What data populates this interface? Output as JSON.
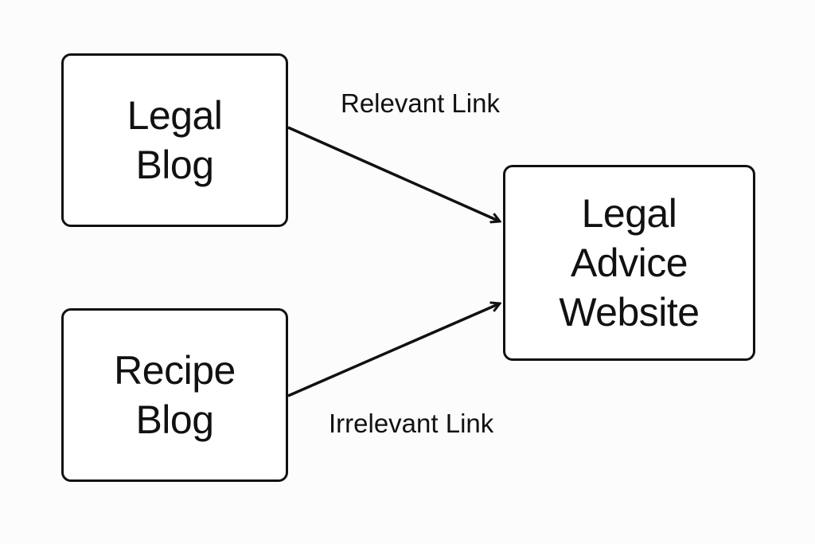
{
  "diagram": {
    "nodes": {
      "legal_blog": {
        "label": "Legal\nBlog"
      },
      "recipe_blog": {
        "label": "Recipe\nBlog"
      },
      "legal_advice": {
        "label": "Legal\nAdvice\nWebsite"
      }
    },
    "edges": {
      "relevant": {
        "from": "legal_blog",
        "to": "legal_advice",
        "label": "Relevant Link"
      },
      "irrelevant": {
        "from": "recipe_blog",
        "to": "legal_advice",
        "label": "Irrelevant Link"
      }
    },
    "colors": {
      "stroke": "#111111",
      "background": "#fcfcfc"
    }
  }
}
